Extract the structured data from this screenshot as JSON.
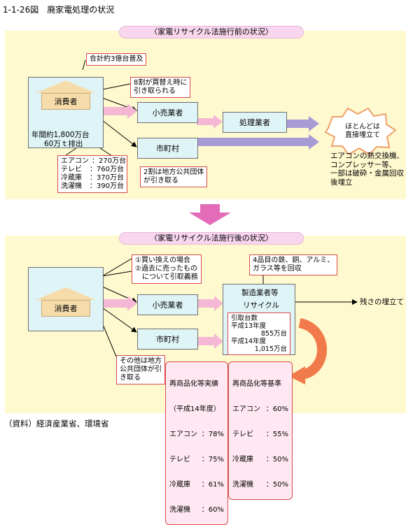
{
  "figure": {
    "title": "1-1-26図　廃家電処理の状況",
    "source": "（資料）経済産業省、環境省"
  },
  "before": {
    "heading": "〈家電リサイクル法施行前の状況〉",
    "consumer": "消費者",
    "total_note": "合計約3億台普及",
    "annual_line1": "年間約1,800万台",
    "annual_line2": "60万ｔ排出",
    "appliances": [
      {
        "name": "エアコン",
        "value": "：270万台"
      },
      {
        "name": "テレビ",
        "value": "：760万台"
      },
      {
        "name": "冷蔵庫",
        "value": "：370万台"
      },
      {
        "name": "洗濯機",
        "value": "：390万台"
      }
    ],
    "retailer_note_line1": "8割が買替え時に",
    "retailer_note_line2": "引き取られる",
    "municipal_note_line1": "2割は地方公共団体",
    "municipal_note_line2": "が引き取る",
    "retailer": "小売業者",
    "municipality": "市町村",
    "processor": "処理業者",
    "burst_line1": "ほとんどは",
    "burst_line2": "直接埋立て",
    "landfill_line1": "エアコンの熱交換機、",
    "landfill_line2": "コンプレッサー等、",
    "landfill_line3": "一部は破砕・金属回収",
    "landfill_line4": "後埋立"
  },
  "after": {
    "heading": "〈家電リサイクル法施行後の状況〉",
    "consumer": "消費者",
    "retailer_note_line1": "①買い換えの場合",
    "retailer_note_line2": "②過去に売ったもの",
    "retailer_note_line3": "　について引取義務",
    "municipal_note_line1": "その他は地方",
    "municipal_note_line2": "公共団体が引",
    "municipal_note_line3": "き取る",
    "retailer": "小売業者",
    "municipality": "市町村",
    "recovery_note_line1": "4品目の鉄、銅、アルミ、",
    "recovery_note_line2": "ガラス等を回収",
    "manufacturer_line1": "製造業者等",
    "manufacturer_line2": "リサイクル",
    "collected_line1": "引取台数",
    "collected_line2": "平成13年度",
    "collected_line3": "855万台",
    "collected_line4": "平成14年度",
    "collected_line5": "1,015万台",
    "residue": "残さの埋立て",
    "actual_title": "再商品化等実績",
    "actual_subtitle": "（平成14年度）",
    "actual_rows": [
      {
        "name": "エアコン",
        "value": "：78%"
      },
      {
        "name": "テレビ",
        "value": "：75%"
      },
      {
        "name": "冷蔵庫",
        "value": "：61%"
      },
      {
        "name": "洗濯機",
        "value": "：60%"
      }
    ],
    "standard_title": "再商品化等基準",
    "standard_rows": [
      {
        "name": "エアコン",
        "value": "：60%"
      },
      {
        "name": "テレビ",
        "value": "：55%"
      },
      {
        "name": "冷蔵庫",
        "value": "：50%"
      },
      {
        "name": "洗濯機",
        "value": "：50%"
      }
    ]
  },
  "colors": {
    "panel": "#fff9cf",
    "pill": "#f8d6ee",
    "box": "#dff4f6",
    "red_border": "#d84b4b",
    "pink_arrow": "#f4b8d4",
    "purple_arrow": "#a79bd6",
    "orange_arrow": "#f07a4a",
    "big_arrow": "#e36bb8"
  }
}
